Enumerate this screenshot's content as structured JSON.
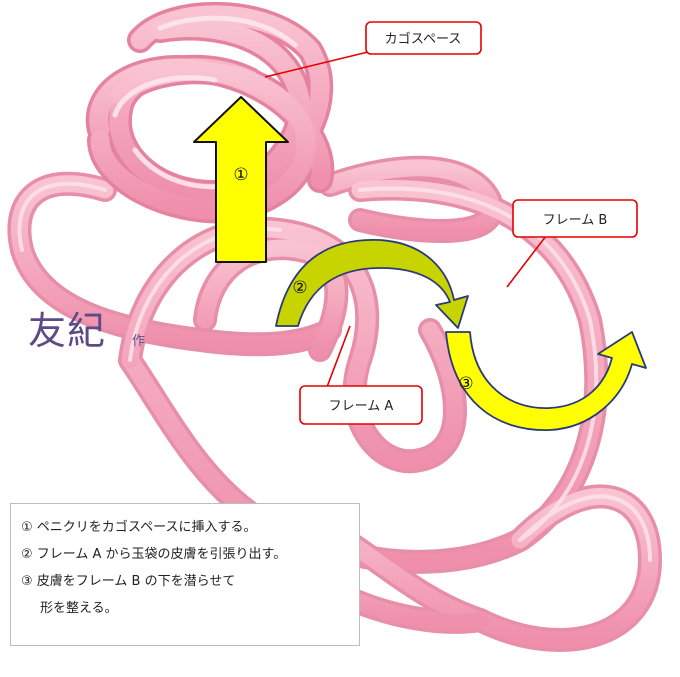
{
  "callouts": {
    "basket": "カゴスペース",
    "frame_b": "フレーム B",
    "frame_a": "フレーム A"
  },
  "markers": {
    "step1": "①",
    "step2": "②",
    "step3": "③"
  },
  "signature": {
    "name": "友紀",
    "suffix": "作"
  },
  "instructions": [
    "① ペニクリをカゴスペースに挿入する。",
    "② フレーム A から玉袋の皮膚を引張り出す。",
    "③ 皮膚をフレーム B の下を潜らせて",
    "形を整える。"
  ],
  "colors": {
    "frame_pink": "#f4a7bd",
    "frame_outline": "#e67e9c",
    "arrow_fill": "#ffff00",
    "arrow2_fill": "#c8d400",
    "callout_border": "#e60000"
  }
}
